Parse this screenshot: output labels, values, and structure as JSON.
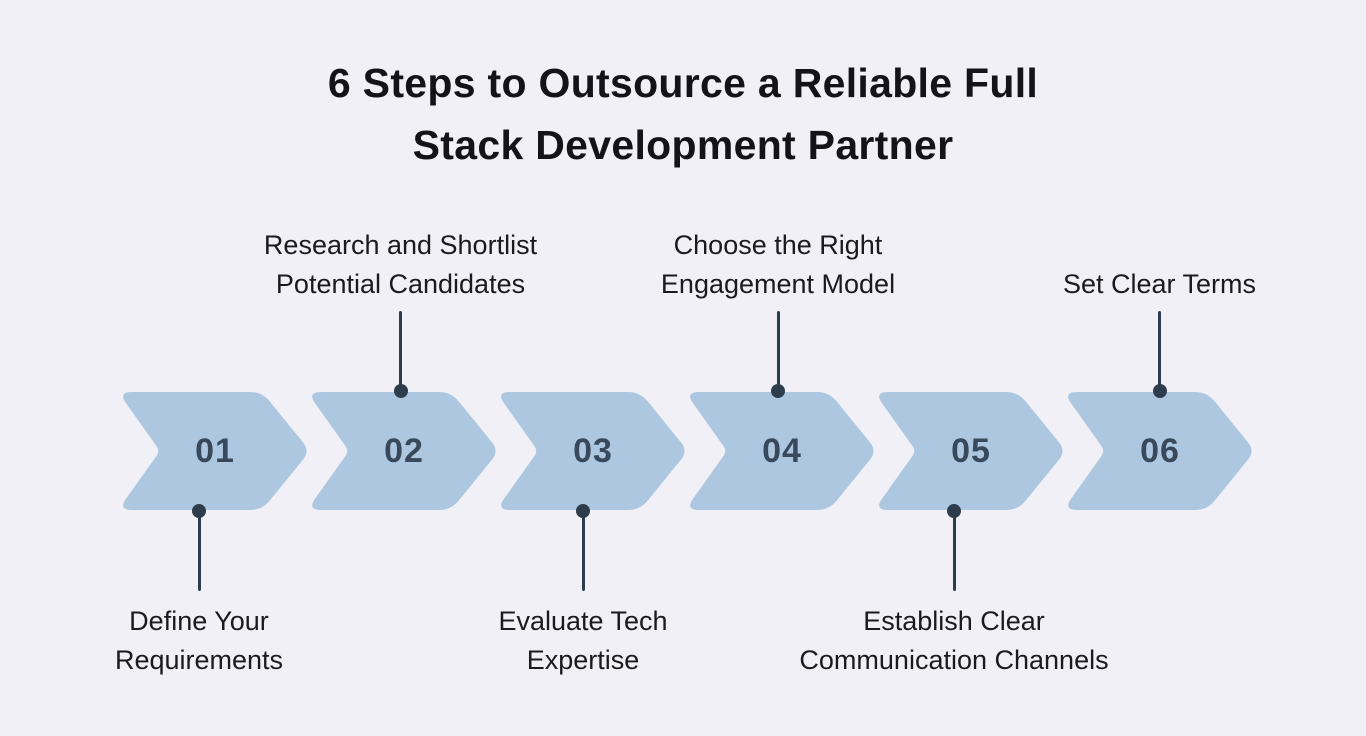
{
  "title": {
    "line1": "6 Steps to Outsource a Reliable Full",
    "line2": "Stack Development Partner"
  },
  "steps": [
    {
      "number": "01",
      "label_lines": [
        "Define Your",
        "Requirements"
      ],
      "label_position": "bottom"
    },
    {
      "number": "02",
      "label_lines": [
        "Research and Shortlist",
        "Potential Candidates"
      ],
      "label_position": "top"
    },
    {
      "number": "03",
      "label_lines": [
        "Evaluate Tech",
        "Expertise"
      ],
      "label_position": "bottom"
    },
    {
      "number": "04",
      "label_lines": [
        "Choose the Right",
        "Engagement Model"
      ],
      "label_position": "top"
    },
    {
      "number": "05",
      "label_lines": [
        "Establish Clear",
        "Communication Channels"
      ],
      "label_position": "bottom"
    },
    {
      "number": "06",
      "label_lines": [
        "Set Clear Terms"
      ],
      "label_position": "top"
    }
  ],
  "colors": {
    "background": "#f1f0f7",
    "arrow_fill": "#aec7e0",
    "number_text": "#37495a",
    "connector": "#2e3d4d",
    "label_text": "#1b1b1d",
    "title_text": "#141418"
  }
}
